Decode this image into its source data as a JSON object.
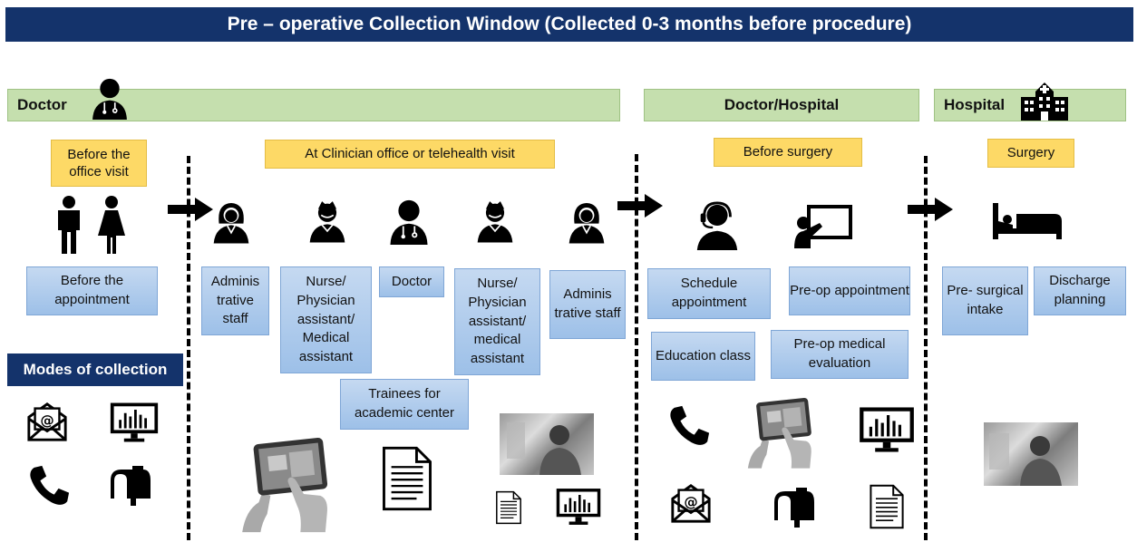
{
  "title": "Pre – operative Collection Window (Collected 0-3 months before procedure)",
  "lanes": {
    "doctor": "Doctor",
    "doctor_hospital": "Doctor/Hospital",
    "hospital": "Hospital"
  },
  "stages": {
    "before_visit": "Before the office visit",
    "clinician_office": "At Clinician office or telehealth visit",
    "before_surgery": "Before surgery",
    "surgery": "Surgery"
  },
  "steps": {
    "before_appointment": "Before the appointment",
    "admin_staff_1": "Adminis trative staff",
    "nurse_pa_1": "Nurse/ Physician assistant/ Medical assistant",
    "doctor": "Doctor",
    "trainees": "Trainees for academic center",
    "nurse_pa_2": "Nurse/ Physician assistant/ medical assistant",
    "admin_staff_2": "Adminis trative staff",
    "schedule_appointment": "Schedule appointment",
    "preop_appointment": "Pre-op appointment",
    "education_class": "Education class",
    "preop_evaluation": "Pre-op medical evaluation",
    "presurgical_intake": "Pre- surgical intake",
    "discharge_planning": "Discharge planning"
  },
  "modes_label": "Modes of collection",
  "colors": {
    "navy": "#14336b",
    "green": "#c5dfae",
    "yellow": "#fdd966",
    "blue": "#9dc0e8"
  },
  "icons": [
    "doctor-icon",
    "hospital-icon",
    "man-icon",
    "woman-icon",
    "arrow-icon",
    "female-staff-icon",
    "nurse-icon",
    "headset-icon",
    "presentation-icon",
    "bed-icon",
    "email-icon",
    "monitor-chart-icon",
    "phone-icon",
    "mailbox-icon",
    "tablet-hand-icon",
    "document-icon",
    "photo-image"
  ]
}
